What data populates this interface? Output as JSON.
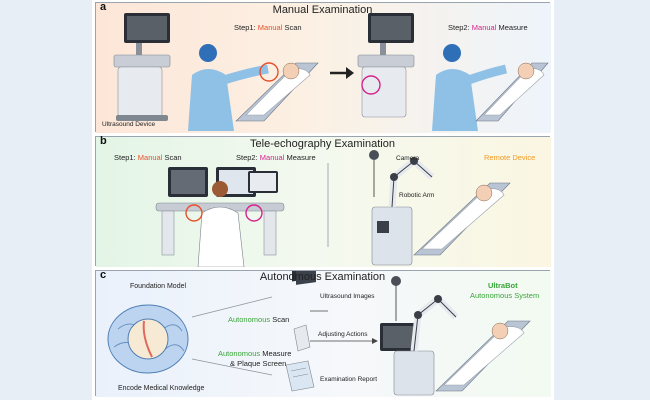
{
  "panels": {
    "a": {
      "label": "a",
      "title": "Manual Examination",
      "step1_prefix": "Step1: ",
      "step1_word": "Manual",
      "step1_suffix": " Scan",
      "step2_prefix": "Step2: ",
      "step2_word": "Manual",
      "step2_suffix": " Measure",
      "device_label": "Ultrasound Device"
    },
    "b": {
      "label": "b",
      "title": "Tele-echography Examination",
      "step1_prefix": "Step1: ",
      "step1_word": "Manual",
      "step1_suffix": " Scan",
      "step2_prefix": "Step2: ",
      "step2_word": "Manual",
      "step2_suffix": " Measure",
      "camera_label": "Camera",
      "arm_label": "Robotic Arm",
      "remote_label": "Remote Device"
    },
    "c": {
      "label": "c",
      "title": "Autonomous Examination",
      "foundation_label": "Foundation Model",
      "encode_label": "Encode Medical Knowledge",
      "auto_scan_word": "Autonomous",
      "auto_scan_suffix": " Scan",
      "auto_measure_word": "Autonomous",
      "auto_measure_suffix": " Measure",
      "plaque_line": "& Plaque Screen",
      "images_label": "Ultrasound Images",
      "actions_label": "Adjusting Actions",
      "report_label": "Examination Report",
      "bot_name": "UltraBot",
      "bot_system": "Autonomous System"
    }
  },
  "colors": {
    "manual": "#e8502a",
    "measure": "#d6238b",
    "autonomous": "#3aa63a",
    "remote": "#f39a22"
  }
}
